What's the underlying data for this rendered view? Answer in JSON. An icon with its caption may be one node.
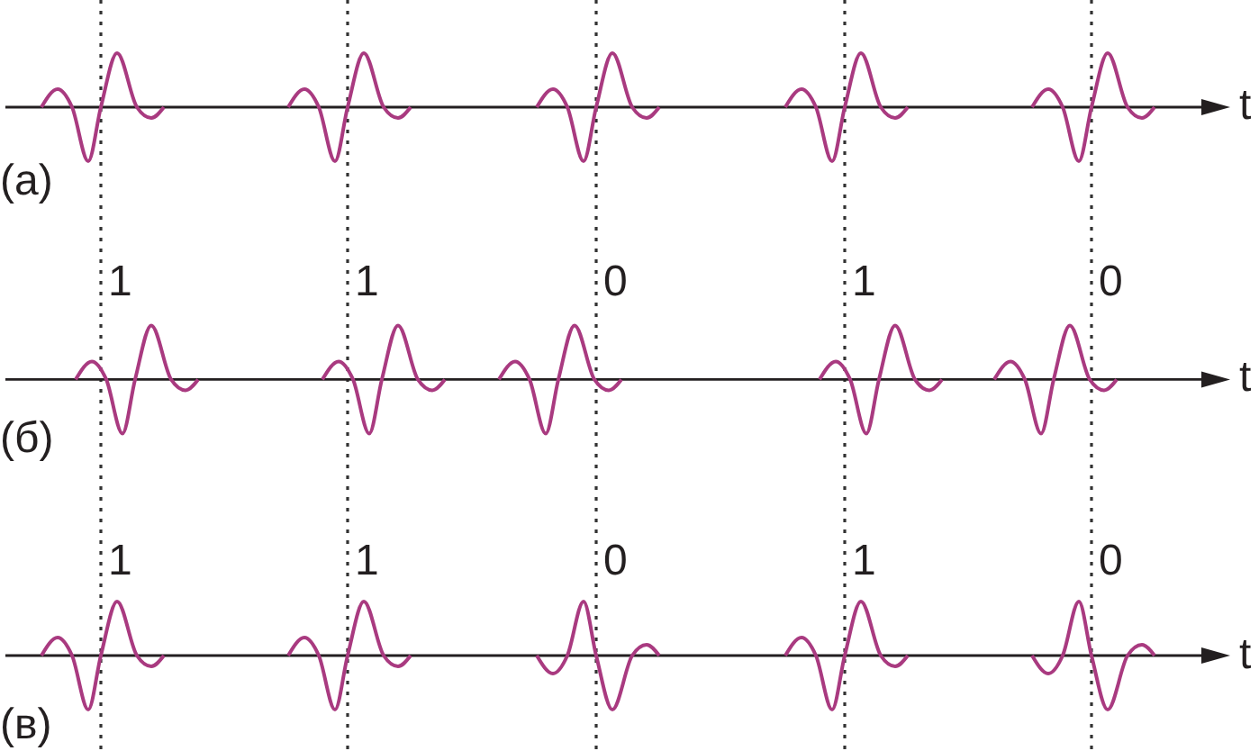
{
  "diagram": {
    "labels": [
      "t",
      "(а)",
      "1",
      "1",
      "0",
      "1",
      "0",
      "t",
      "(б)",
      "1",
      "1",
      "0",
      "1",
      "0",
      "t",
      "(в)"
    ]
  }
}
